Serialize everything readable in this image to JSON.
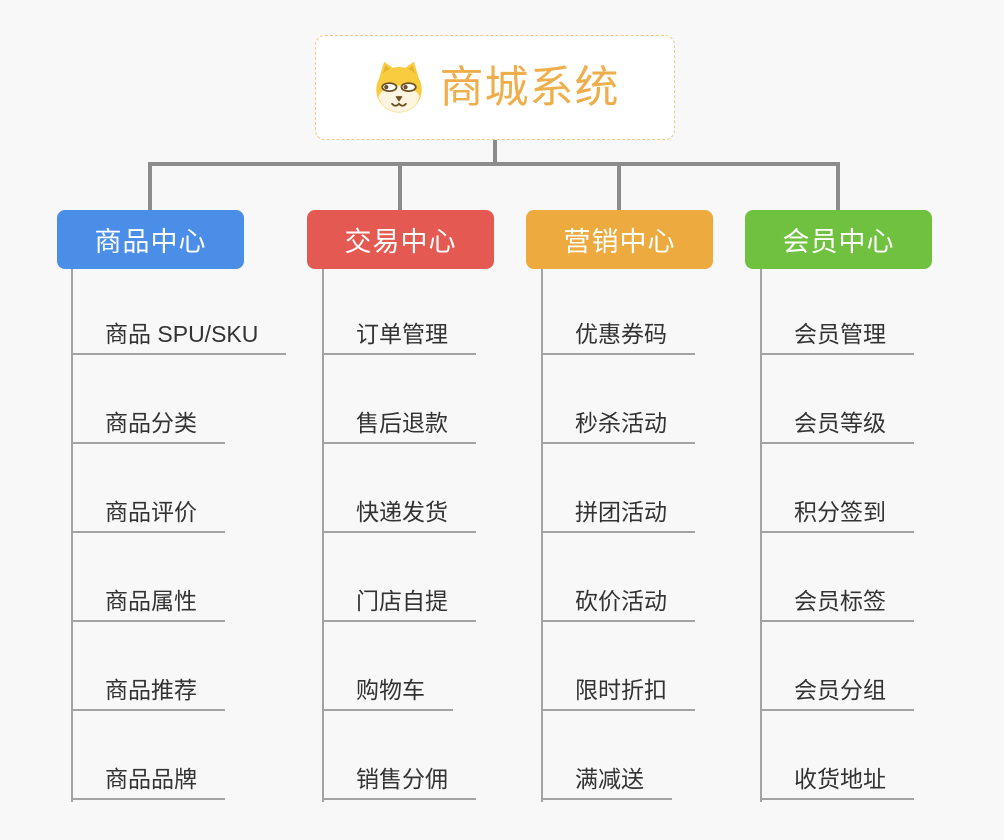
{
  "page": {
    "background_color": "#f8f8f8",
    "connector_color": "#8c8c8c",
    "branch_line_color": "#a3a3a3",
    "item_text_color": "#333333"
  },
  "root": {
    "title": "商城系统",
    "icon": "dog-face-icon",
    "title_color": "#eeae4b",
    "border_color": "#f2c984",
    "icon_yellow": "#f8cc3e"
  },
  "branches": [
    {
      "label": "商品中心",
      "color": "#4a8ee8",
      "items": [
        "商品 SPU/SKU",
        "商品分类",
        "商品评价",
        "商品属性",
        "商品推荐",
        "商品品牌"
      ]
    },
    {
      "label": "交易中心",
      "color": "#e45a53",
      "items": [
        "订单管理",
        "售后退款",
        "快递发货",
        "门店自提",
        "购物车",
        "销售分佣"
      ]
    },
    {
      "label": "营销中心",
      "color": "#edaa3e",
      "items": [
        "优惠券码",
        "秒杀活动",
        "拼团活动",
        "砍价活动",
        "限时折扣",
        "满减送"
      ]
    },
    {
      "label": "会员中心",
      "color": "#70c140",
      "items": [
        "会员管理",
        "会员等级",
        "积分签到",
        "会员标签",
        "会员分组",
        "收货地址"
      ]
    }
  ]
}
